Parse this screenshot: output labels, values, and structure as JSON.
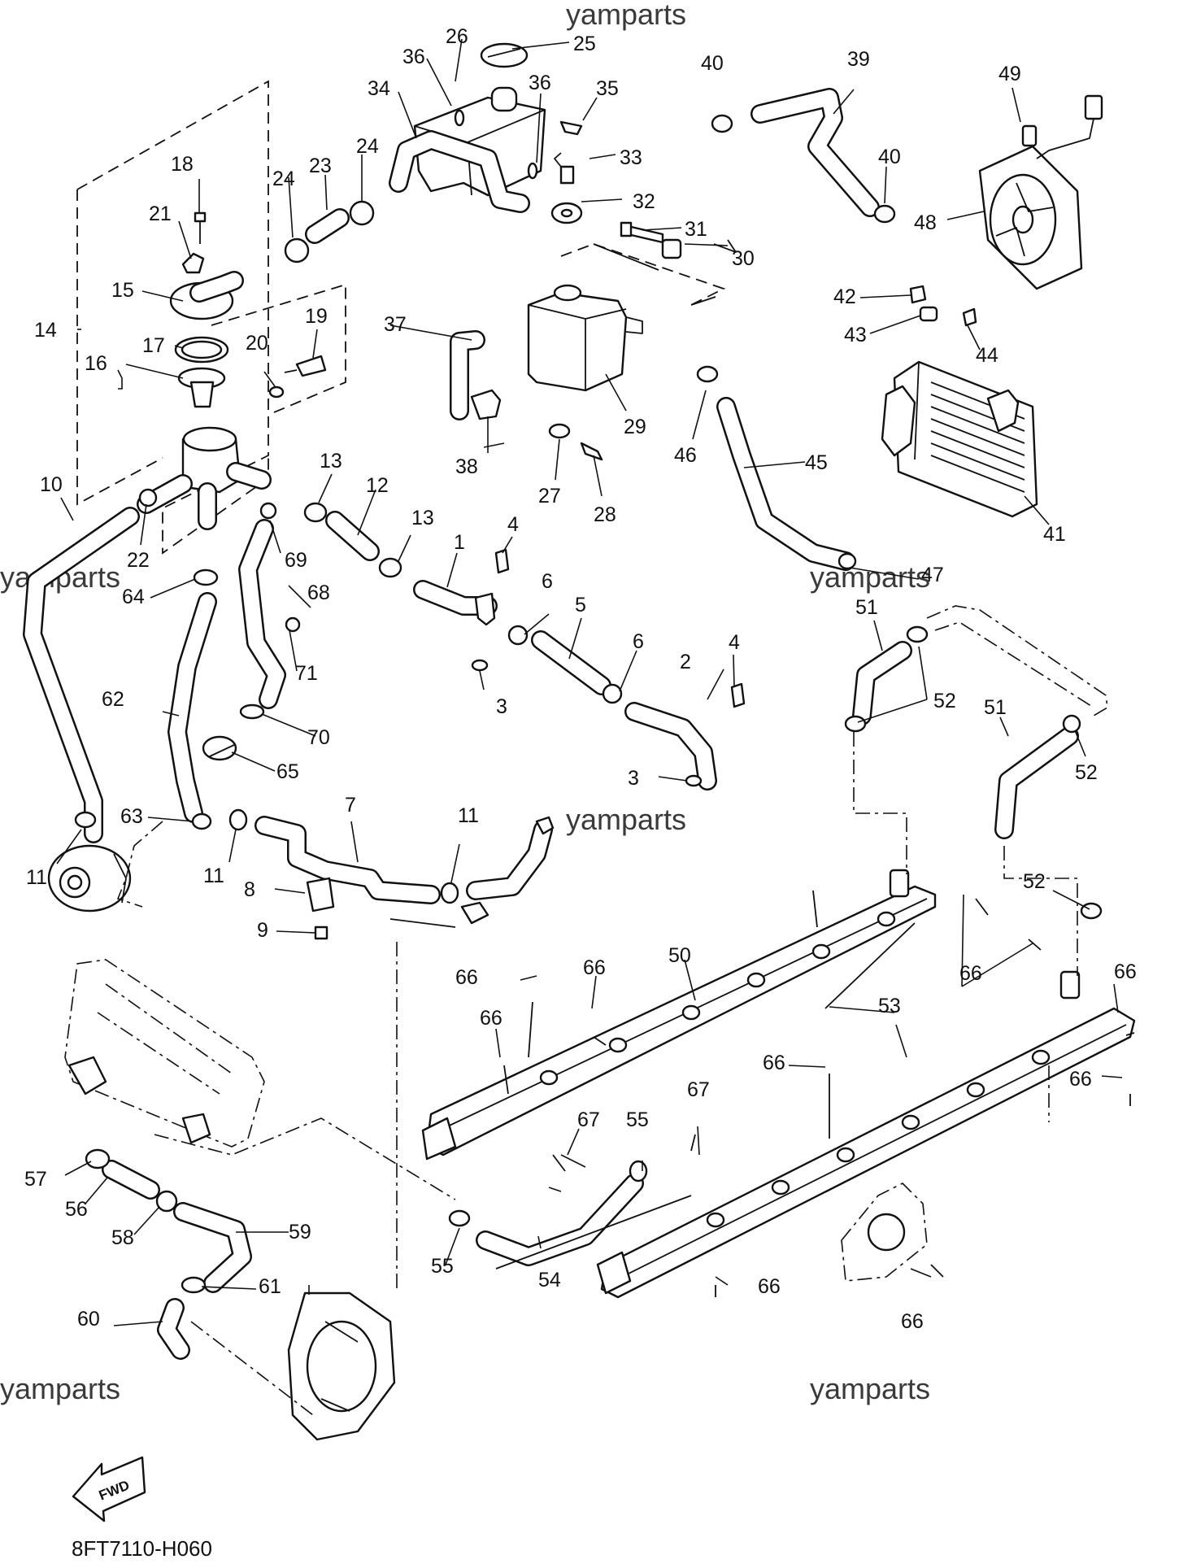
{
  "watermark": "yamparts",
  "diagram_code": "8FT7110-H060",
  "fwd_label": "FWD",
  "callouts": [
    {
      "id": "c1",
      "text": "1"
    },
    {
      "id": "c2",
      "text": "2"
    },
    {
      "id": "c3a",
      "text": "3"
    },
    {
      "id": "c3b",
      "text": "3"
    },
    {
      "id": "c4a",
      "text": "4"
    },
    {
      "id": "c4b",
      "text": "4"
    },
    {
      "id": "c5",
      "text": "5"
    },
    {
      "id": "c6a",
      "text": "6"
    },
    {
      "id": "c6b",
      "text": "6"
    },
    {
      "id": "c7",
      "text": "7"
    },
    {
      "id": "c8",
      "text": "8"
    },
    {
      "id": "c9",
      "text": "9"
    },
    {
      "id": "c10",
      "text": "10"
    },
    {
      "id": "c11a",
      "text": "11"
    },
    {
      "id": "c11b",
      "text": "11"
    },
    {
      "id": "c11c",
      "text": "11"
    },
    {
      "id": "c12",
      "text": "12"
    },
    {
      "id": "c13a",
      "text": "13"
    },
    {
      "id": "c13b",
      "text": "13"
    },
    {
      "id": "c14",
      "text": "14"
    },
    {
      "id": "c15",
      "text": "15"
    },
    {
      "id": "c16",
      "text": "16"
    },
    {
      "id": "c17",
      "text": "17"
    },
    {
      "id": "c18",
      "text": "18"
    },
    {
      "id": "c19",
      "text": "19"
    },
    {
      "id": "c20",
      "text": "20"
    },
    {
      "id": "c21",
      "text": "21"
    },
    {
      "id": "c22",
      "text": "22"
    },
    {
      "id": "c23",
      "text": "23"
    },
    {
      "id": "c24a",
      "text": "24"
    },
    {
      "id": "c24b",
      "text": "24"
    },
    {
      "id": "c25",
      "text": "25"
    },
    {
      "id": "c26",
      "text": "26"
    },
    {
      "id": "c27",
      "text": "27"
    },
    {
      "id": "c28",
      "text": "28"
    },
    {
      "id": "c29",
      "text": "29"
    },
    {
      "id": "c30",
      "text": "30"
    },
    {
      "id": "c31",
      "text": "31"
    },
    {
      "id": "c32",
      "text": "32"
    },
    {
      "id": "c33",
      "text": "33"
    },
    {
      "id": "c34",
      "text": "34"
    },
    {
      "id": "c35",
      "text": "35"
    },
    {
      "id": "c36a",
      "text": "36"
    },
    {
      "id": "c36b",
      "text": "36"
    },
    {
      "id": "c37",
      "text": "37"
    },
    {
      "id": "c38",
      "text": "38"
    },
    {
      "id": "c39",
      "text": "39"
    },
    {
      "id": "c40a",
      "text": "40"
    },
    {
      "id": "c40b",
      "text": "40"
    },
    {
      "id": "c41",
      "text": "41"
    },
    {
      "id": "c42",
      "text": "42"
    },
    {
      "id": "c43",
      "text": "43"
    },
    {
      "id": "c44",
      "text": "44"
    },
    {
      "id": "c45",
      "text": "45"
    },
    {
      "id": "c46",
      "text": "46"
    },
    {
      "id": "c47",
      "text": "47"
    },
    {
      "id": "c48",
      "text": "48"
    },
    {
      "id": "c49",
      "text": "49"
    },
    {
      "id": "c50",
      "text": "50"
    },
    {
      "id": "c51a",
      "text": "51"
    },
    {
      "id": "c51b",
      "text": "51"
    },
    {
      "id": "c52a",
      "text": "52"
    },
    {
      "id": "c52b",
      "text": "52"
    },
    {
      "id": "c52c",
      "text": "52"
    },
    {
      "id": "c53",
      "text": "53"
    },
    {
      "id": "c54",
      "text": "54"
    },
    {
      "id": "c55a",
      "text": "55"
    },
    {
      "id": "c55b",
      "text": "55"
    },
    {
      "id": "c56",
      "text": "56"
    },
    {
      "id": "c57",
      "text": "57"
    },
    {
      "id": "c58",
      "text": "58"
    },
    {
      "id": "c59",
      "text": "59"
    },
    {
      "id": "c60",
      "text": "60"
    },
    {
      "id": "c61",
      "text": "61"
    },
    {
      "id": "c62",
      "text": "62"
    },
    {
      "id": "c63",
      "text": "63"
    },
    {
      "id": "c64",
      "text": "64"
    },
    {
      "id": "c65",
      "text": "65"
    },
    {
      "id": "c66a",
      "text": "66"
    },
    {
      "id": "c66b",
      "text": "66"
    },
    {
      "id": "c66c",
      "text": "66"
    },
    {
      "id": "c66d",
      "text": "66"
    },
    {
      "id": "c66e",
      "text": "66"
    },
    {
      "id": "c66f",
      "text": "66"
    },
    {
      "id": "c66g",
      "text": "66"
    },
    {
      "id": "c66h",
      "text": "66"
    },
    {
      "id": "c66i",
      "text": "66"
    },
    {
      "id": "c67a",
      "text": "67"
    },
    {
      "id": "c67b",
      "text": "67"
    },
    {
      "id": "c68",
      "text": "68"
    },
    {
      "id": "c69",
      "text": "69"
    },
    {
      "id": "c70",
      "text": "70"
    },
    {
      "id": "c71",
      "text": "71"
    }
  ]
}
